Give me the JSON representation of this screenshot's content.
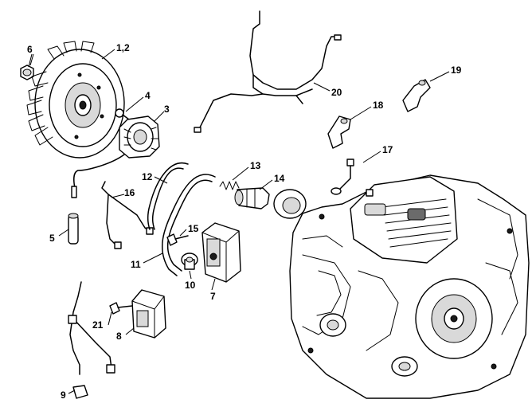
{
  "diagram": {
    "callouts": [
      {
        "id": "c1",
        "text": "1,2"
      },
      {
        "id": "c3",
        "text": "3"
      },
      {
        "id": "c4",
        "text": "4"
      },
      {
        "id": "c5",
        "text": "5"
      },
      {
        "id": "c6",
        "text": "6"
      },
      {
        "id": "c7",
        "text": "7"
      },
      {
        "id": "c8",
        "text": "8"
      },
      {
        "id": "c9",
        "text": "9"
      },
      {
        "id": "c10",
        "text": "10"
      },
      {
        "id": "c11",
        "text": "11"
      },
      {
        "id": "c12",
        "text": "12"
      },
      {
        "id": "c13",
        "text": "13"
      },
      {
        "id": "c14",
        "text": "14"
      },
      {
        "id": "c15",
        "text": "15"
      },
      {
        "id": "c16",
        "text": "16"
      },
      {
        "id": "c17",
        "text": "17"
      },
      {
        "id": "c18",
        "text": "18"
      },
      {
        "id": "c19",
        "text": "19"
      },
      {
        "id": "c20",
        "text": "20"
      },
      {
        "id": "c21",
        "text": "21"
      }
    ]
  }
}
